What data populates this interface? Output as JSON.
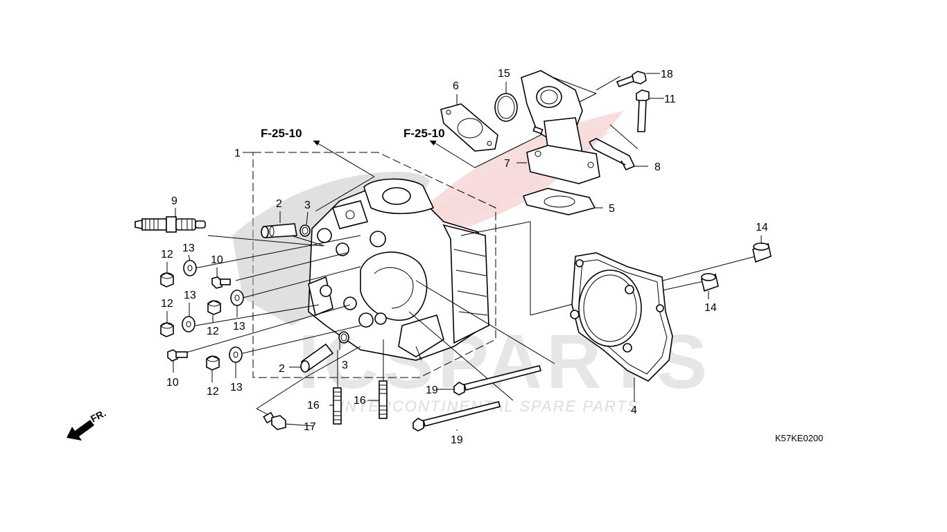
{
  "diagram": {
    "diagram_code": "K57KE0200",
    "reference_label": "F-25-10",
    "direction_label": "FR.",
    "watermark": {
      "brand": "ICSPARTS",
      "tagline": "INTERCONTINENTAL SPARE PARTS",
      "color": "#e0e0e0",
      "accent_color": "#f3c7c7"
    },
    "callouts": {
      "c1": "1",
      "c2a": "2",
      "c2b": "2",
      "c3a": "3",
      "c3b": "3",
      "c4": "4",
      "c5": "5",
      "c6": "6",
      "c7": "7",
      "c8": "8",
      "c9": "9",
      "c10a": "10",
      "c10b": "10",
      "c11": "11",
      "c12a": "12",
      "c12b": "12",
      "c12c": "12",
      "c13a": "13",
      "c13b": "13",
      "c13c": "13",
      "c13d": "13",
      "c14a": "14",
      "c14b": "14",
      "c15": "15",
      "c16a": "16",
      "c16b": "16",
      "c17": "17",
      "c18": "18",
      "c19a": "19",
      "c19b": "19"
    }
  }
}
